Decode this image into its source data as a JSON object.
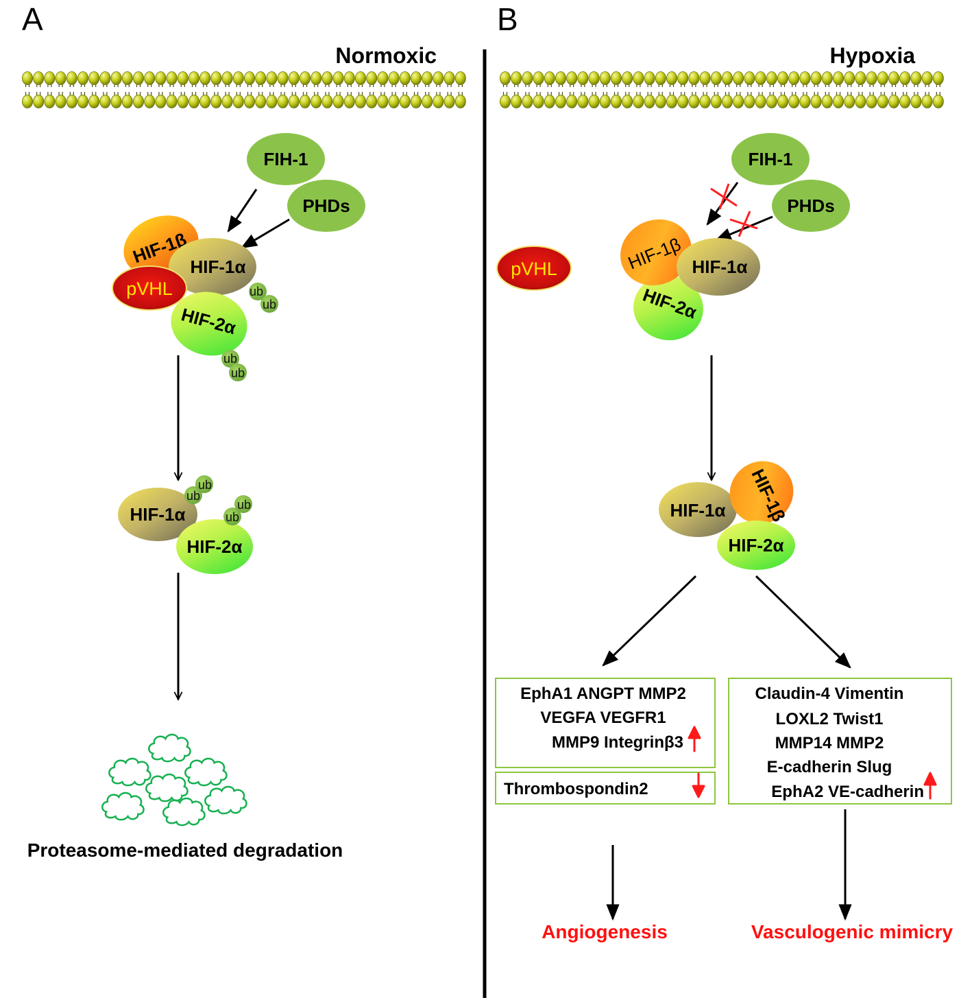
{
  "panel_a": {
    "letter": "A",
    "condition": "Normoxic",
    "fih": "FIH-1",
    "phds": "PHDs",
    "hif1b": "HIF-1β",
    "hif1a": "HIF-1α",
    "pvhl": "pVHL",
    "hif2a": "HIF-2α",
    "ub": "ub",
    "result": "Proteasome-mediated degradation"
  },
  "panel_b": {
    "letter": "B",
    "condition": "Hypoxia",
    "fih": "FIH-1",
    "phds": "PHDs",
    "pvhl": "pVHL",
    "hif1b": "HIF-1β",
    "hif1a": "HIF-1α",
    "hif2a": "HIF-2α",
    "angio_genes_up": [
      "EphA1 ANGPT MMP2",
      "VEGFA VEGFR1",
      "MMP9 Integrinβ3"
    ],
    "angio_genes_down": "Thrombospondin2",
    "vm_genes_up": [
      "Claudin-4 Vimentin",
      "LOXL2 Twist1",
      "MMP14 MMP2",
      "E-cadherin Slug",
      "EphA2 VE-cadherin"
    ],
    "outcome_left": "Angiogenesis",
    "outcome_right": "Vasculogenic mimicry"
  },
  "colors": {
    "membrane_head": "#b5bf12",
    "protein_green": "#8bc34a",
    "up_arrow": "#ff1a1a",
    "box_border": "#8cc63f",
    "outcome_text": "#ff1010"
  }
}
